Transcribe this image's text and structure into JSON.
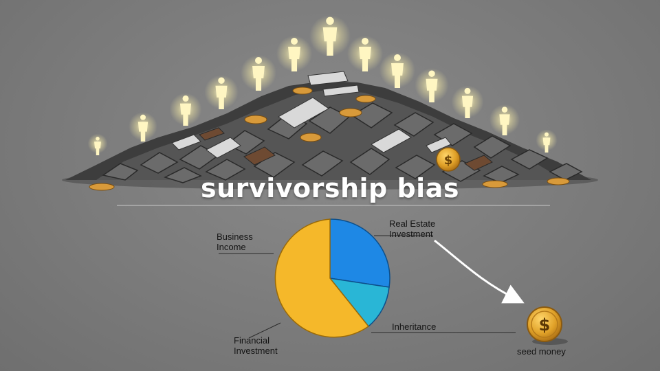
{
  "title": "survivorship bias",
  "pie_labels": {
    "business": "Business\nIncome",
    "real_estate": "Real Estate\nInvestment",
    "inheritance": "Inheritance",
    "financial": "Financial\nInvestment",
    "seed": "seed money"
  },
  "coin_symbol": "$",
  "colors": {
    "background": "#7d7d7d",
    "pie_yellow": "#f5b82a",
    "pie_blue": "#1e88e5",
    "pie_cyan": "#29b6d6",
    "coin_gold": "#e0a128",
    "glow": "#fff6c2"
  }
}
